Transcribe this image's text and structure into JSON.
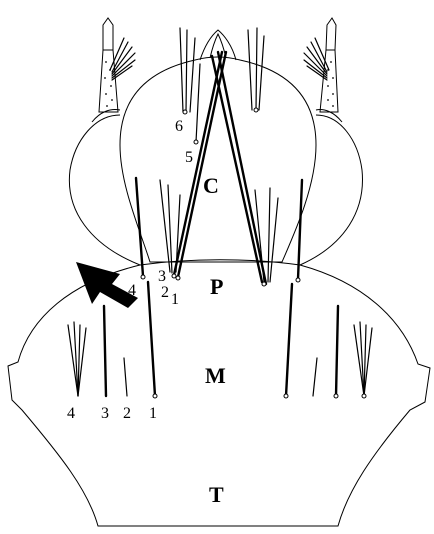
{
  "figure": {
    "region_labels": {
      "head": "C",
      "prothorax": "P",
      "mesothorax": "M",
      "metathorax": "T"
    },
    "head_seta_numbers": [
      "6",
      "5"
    ],
    "prothorax_seta_numbers": [
      "4",
      "3",
      "2",
      "1"
    ],
    "mesothorax_seta_numbers": [
      "4",
      "3",
      "2",
      "1"
    ],
    "pointer": "arrow"
  }
}
